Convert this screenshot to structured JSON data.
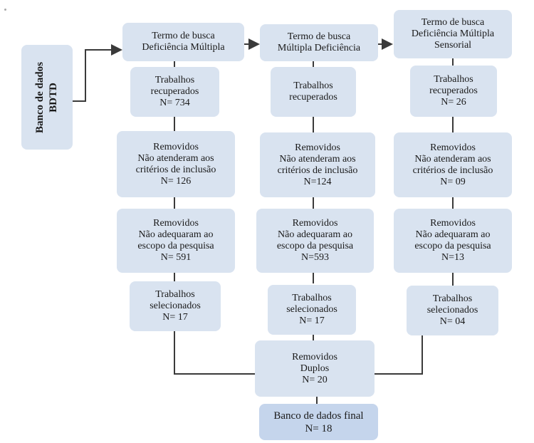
{
  "database": {
    "label": "Banco de dados\nBDTD"
  },
  "columns": [
    {
      "search_term": "Termo de busca\nDeficiência Múltipla",
      "retrieved": "Trabalhos\nrecuperados\nN= 734",
      "removed_criteria": "Removidos\nNão atenderam aos\ncritérios de inclusão\nN= 126",
      "removed_scope": "Removidos\nNão adequaram ao\nescopo da pesquisa\nN= 591",
      "selected": "Trabalhos\nselecionados\nN= 17"
    },
    {
      "search_term": "Termo de busca\nMúltipla Deficiência",
      "retrieved": "Trabalhos\nrecuperados",
      "removed_criteria": "Removidos\nNão atenderam aos\ncritérios de inclusão\nN=124",
      "removed_scope": "Removidos\nNão adequaram ao\nescopo da pesquisa\nN=593",
      "selected": "Trabalhos\nselecionados\nN= 17"
    },
    {
      "search_term": "Termo de busca\nDeficiência Múltipla\nSensorial",
      "retrieved": "Trabalhos\nrecuperados\nN= 26",
      "removed_criteria": "Removidos\nNão atenderam aos\ncritérios de inclusão\nN= 09",
      "removed_scope": "Removidos\nNão adequaram ao\nescopo da pesquisa\nN=13",
      "selected": "Trabalhos\nselecionados\nN= 04"
    }
  ],
  "duplicates": "Removidos\nDuplos\nN= 20",
  "final": "Banco de dados final\nN= 18",
  "colors": {
    "box": "#d9e3f0",
    "final_box": "#c5d5ec",
    "line": "#3a3a3a"
  }
}
